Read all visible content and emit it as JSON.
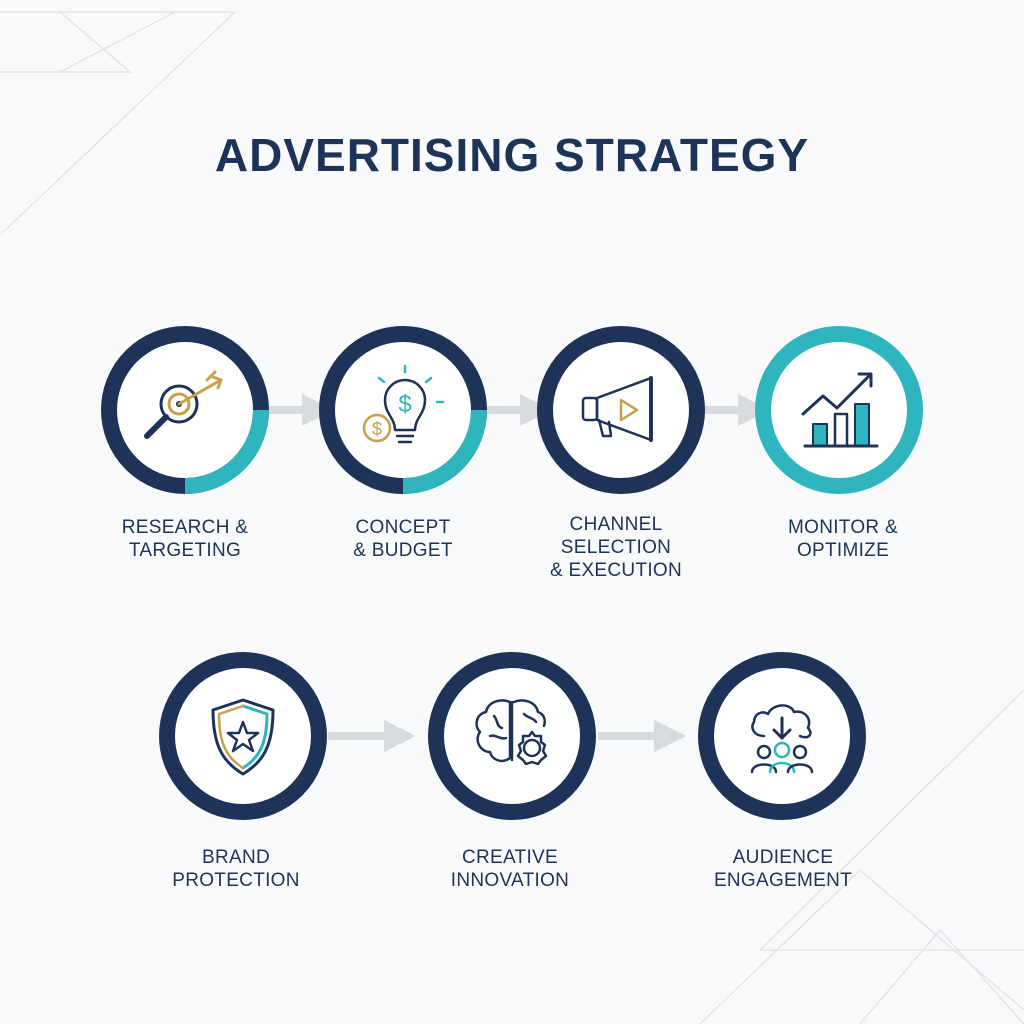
{
  "title": "ADVERTISING STRATEGY",
  "colors": {
    "navy": "#1e3358",
    "teal": "#2fb5bd",
    "gold": "#c9a04a",
    "arrow": "#d9dcdf"
  },
  "steps": [
    {
      "label": "RESEARCH &\nTARGETING",
      "icon": "magnifier-target-arrow-icon"
    },
    {
      "label": "CONCEPT\n& BUDGET",
      "icon": "lightbulb-dollar-icon"
    },
    {
      "label": "CHANNEL\nSELECTION\n& EXECUTION",
      "icon": "megaphone-play-icon"
    },
    {
      "label": "MONITOR &\nOPTIMIZE",
      "icon": "growth-chart-icon"
    },
    {
      "label": "BRAND\nPROTECTION",
      "icon": "shield-star-icon"
    },
    {
      "label": "CREATIVE\nINNOVATION",
      "icon": "brain-gear-icon"
    },
    {
      "label": "AUDIENCE\nENGAGEMENT",
      "icon": "cloud-download-people-icon"
    }
  ]
}
